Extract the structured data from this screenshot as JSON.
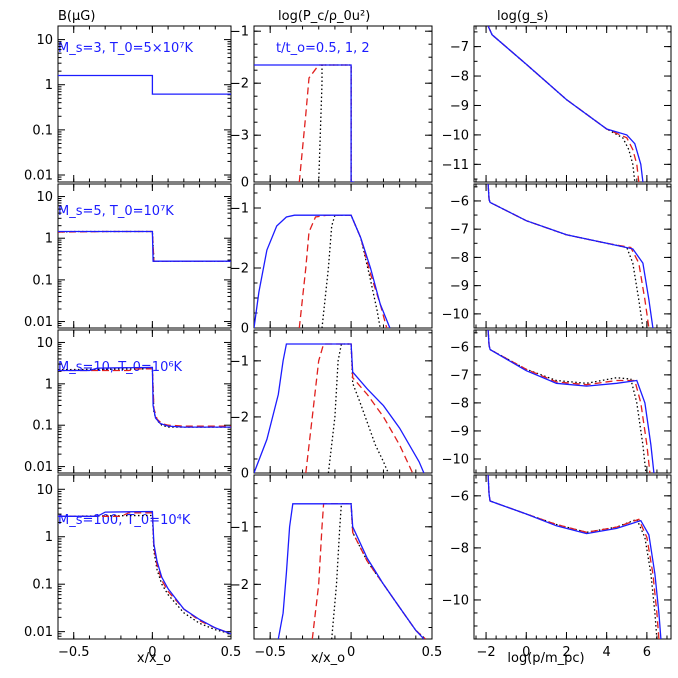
{
  "figure": {
    "col_titles": [
      "B(μG)",
      "log(P_c/ρ_0u²)",
      "log(g_s)"
    ],
    "x_labels": [
      "x/x_o",
      "x/x_o",
      "log(p/m_pc)"
    ],
    "time_note": "t/t_o=0.5, 1, 2",
    "row_labels": [
      "M_s=3, T_0=5×10⁷K",
      "M_s=5, T_0=10⁷K",
      "M_s=10, T_0=10⁶K",
      "M_s=100, T_0=10⁴K"
    ]
  },
  "colors": {
    "t0_5": "#000000",
    "t1": "#e0201e",
    "t2": "#1c1cff",
    "annotation": "#1c1cff"
  },
  "line_styles": {
    "t0_5": "dotted",
    "t1": "dashed",
    "t2": "solid"
  },
  "chart_data": [
    {
      "type": "line",
      "panel": "B-row1",
      "yscale": "log",
      "xlim": [
        -0.6,
        0.5
      ],
      "ylim": [
        0.007,
        20
      ],
      "yticks": [
        0.01,
        0.1,
        1,
        10
      ],
      "yticklabels": [
        "0.01",
        "0.1",
        "1",
        "10"
      ],
      "series": [
        {
          "values_x": [
            -0.6,
            0,
            0,
            0.5
          ],
          "values_y": [
            1.6,
            1.6,
            0.62,
            0.62
          ]
        }
      ]
    },
    {
      "type": "line",
      "panel": "B-row2",
      "yscale": "log",
      "xlim": [
        -0.6,
        0.5
      ],
      "ylim": [
        0.007,
        20
      ],
      "yticks": [
        0.01,
        0.1,
        1,
        10
      ],
      "yticklabels": [
        "0.01",
        "0.1",
        "1",
        "10"
      ],
      "series": [
        {
          "values_x": [
            -0.6,
            -0.5,
            0,
            0.01,
            0.5
          ],
          "values_y": [
            1.4,
            1.45,
            1.45,
            0.28,
            0.28
          ]
        },
        {
          "values_x": [
            -0.6,
            -0.3,
            0,
            0.01,
            0.5
          ],
          "values_y": [
            1.4,
            1.45,
            1.45,
            0.28,
            0.28
          ]
        },
        {
          "values_x": [
            -0.6,
            0,
            0.005,
            0.5
          ],
          "values_y": [
            1.45,
            1.45,
            0.28,
            0.28
          ]
        }
      ]
    },
    {
      "type": "line",
      "panel": "B-row3",
      "yscale": "log",
      "xlim": [
        -0.6,
        0.5
      ],
      "ylim": [
        0.007,
        20
      ],
      "yticks": [
        0.01,
        0.1,
        1,
        10
      ],
      "yticklabels": [
        "0.01",
        "0.1",
        "1",
        "10"
      ],
      "series": [
        {
          "values_x": [
            -0.6,
            -0.05,
            0,
            0.01,
            0.03,
            0.06,
            0.1,
            0.2,
            0.5
          ],
          "values_y": [
            2.2,
            2.3,
            2.3,
            0.2,
            0.13,
            0.1,
            0.09,
            0.09,
            0.09
          ]
        },
        {
          "values_x": [
            -0.6,
            -0.15,
            -0.1,
            0,
            0.01,
            0.03,
            0.06,
            0.1,
            0.2,
            0.5
          ],
          "values_y": [
            2.1,
            2.1,
            2.3,
            2.3,
            0.25,
            0.14,
            0.11,
            0.1,
            0.095,
            0.095
          ]
        },
        {
          "values_x": [
            -0.6,
            -0.4,
            -0.35,
            0,
            0.005,
            0.02,
            0.05,
            0.1,
            0.2,
            0.5
          ],
          "values_y": [
            2.1,
            2.1,
            2.4,
            2.5,
            0.3,
            0.15,
            0.11,
            0.095,
            0.09,
            0.09
          ]
        }
      ]
    },
    {
      "type": "line",
      "panel": "B-row4",
      "yscale": "log",
      "xlim": [
        -0.6,
        0.5
      ],
      "ylim": [
        0.007,
        20
      ],
      "yticks": [
        0.01,
        0.1,
        1,
        10
      ],
      "yticklabels": [
        "0.01",
        "0.1",
        "1",
        "10"
      ],
      "series": [
        {
          "values_x": [
            -0.6,
            -0.05,
            0,
            0.01,
            0.03,
            0.06,
            0.1,
            0.2,
            0.3,
            0.4,
            0.5
          ],
          "values_y": [
            2.7,
            2.8,
            2.8,
            0.5,
            0.2,
            0.1,
            0.06,
            0.025,
            0.015,
            0.011,
            0.009
          ]
        },
        {
          "values_x": [
            -0.6,
            -0.2,
            -0.15,
            0,
            0.01,
            0.03,
            0.06,
            0.1,
            0.2,
            0.3,
            0.4,
            0.5
          ],
          "values_y": [
            2.7,
            2.7,
            3.2,
            3.2,
            0.6,
            0.25,
            0.12,
            0.07,
            0.03,
            0.017,
            0.012,
            0.009
          ]
        },
        {
          "values_x": [
            -0.6,
            -0.35,
            -0.3,
            0,
            0.01,
            0.03,
            0.06,
            0.1,
            0.2,
            0.3,
            0.4,
            0.5
          ],
          "values_y": [
            2.7,
            2.7,
            3.3,
            3.4,
            0.7,
            0.3,
            0.14,
            0.08,
            0.03,
            0.018,
            0.012,
            0.009
          ]
        }
      ]
    },
    {
      "type": "line",
      "panel": "P-row1",
      "xlim": [
        -0.6,
        0.5
      ],
      "ylim": [
        -3.9,
        -0.9
      ],
      "yticks": [
        -1,
        -2,
        -3
      ],
      "yticklabels": [
        "−1",
        "−2",
        "−3"
      ],
      "yzero_label": "0",
      "series": [
        {
          "values_x": [
            -0.2,
            -0.18,
            -0.18,
            0,
            0,
            0.02
          ],
          "values_y": [
            -3.9,
            -2.0,
            -1.65,
            -1.65,
            -3.9,
            -3.9
          ]
        },
        {
          "values_x": [
            -0.32,
            -0.28,
            -0.26,
            -0.2,
            0,
            0
          ],
          "values_y": [
            -3.9,
            -2.6,
            -1.9,
            -1.65,
            -1.65,
            -3.9
          ]
        },
        {
          "values_x": [
            -0.6,
            0,
            0,
            0.02
          ],
          "values_y": [
            -1.65,
            -1.65,
            -3.9,
            -3.9
          ]
        }
      ]
    },
    {
      "type": "line",
      "panel": "P-row2",
      "xlim": [
        -0.6,
        0.5
      ],
      "ylim": [
        -3.0,
        -0.6
      ],
      "yticks": [
        -1,
        -2
      ],
      "yticklabels": [
        "−1",
        "−2"
      ],
      "yzero_label": "0",
      "series": [
        {
          "values_x": [
            -0.18,
            -0.14,
            -0.12,
            -0.1,
            0,
            0.06,
            0.12,
            0.16,
            0.18
          ],
          "values_y": [
            -3.0,
            -2.0,
            -1.3,
            -1.12,
            -1.12,
            -1.5,
            -2.2,
            -2.7,
            -3.0
          ]
        },
        {
          "values_x": [
            -0.32,
            -0.28,
            -0.26,
            -0.22,
            -0.15,
            0,
            0.06,
            0.12,
            0.18,
            0.22
          ],
          "values_y": [
            -3.0,
            -2.0,
            -1.4,
            -1.15,
            -1.12,
            -1.12,
            -1.5,
            -2.1,
            -2.6,
            -3.0
          ]
        },
        {
          "values_x": [
            -0.6,
            -0.57,
            -0.52,
            -0.46,
            -0.4,
            -0.35,
            0,
            0.06,
            0.12,
            0.18,
            0.24
          ],
          "values_y": [
            -3.0,
            -2.4,
            -1.7,
            -1.3,
            -1.15,
            -1.12,
            -1.12,
            -1.5,
            -2.0,
            -2.6,
            -3.0
          ]
        }
      ]
    },
    {
      "type": "line",
      "panel": "P-row3",
      "xlim": [
        -0.6,
        0.5
      ],
      "ylim": [
        -3.0,
        -0.45
      ],
      "yticks": [
        -1,
        -2
      ],
      "yticklabels": [
        "−1",
        "−2"
      ],
      "yzero_label": "0",
      "series": [
        {
          "values_x": [
            -0.14,
            -0.1,
            -0.08,
            -0.06,
            0,
            0.01,
            0.05,
            0.1,
            0.15,
            0.2,
            0.23
          ],
          "values_y": [
            -3.0,
            -2.0,
            -1.0,
            -0.7,
            -0.7,
            -1.4,
            -1.7,
            -2.1,
            -2.5,
            -2.8,
            -3.0
          ]
        },
        {
          "values_x": [
            -0.28,
            -0.24,
            -0.2,
            -0.17,
            0,
            0.01,
            0.1,
            0.2,
            0.3,
            0.38
          ],
          "values_y": [
            -3.0,
            -2.0,
            -1.0,
            -0.7,
            -0.7,
            -1.3,
            -1.6,
            -2.0,
            -2.5,
            -3.0
          ]
        },
        {
          "values_x": [
            -0.6,
            -0.52,
            -0.45,
            -0.42,
            -0.4,
            0,
            0.01,
            0.1,
            0.2,
            0.3,
            0.42,
            0.45
          ],
          "values_y": [
            -3.0,
            -2.4,
            -1.6,
            -1.0,
            -0.7,
            -0.7,
            -1.2,
            -1.5,
            -1.8,
            -2.2,
            -2.8,
            -3.0
          ]
        }
      ]
    },
    {
      "type": "line",
      "panel": "P-row4",
      "xlim": [
        -0.6,
        0.5
      ],
      "ylim": [
        -2.95,
        -0.1
      ],
      "yticks": [
        -1,
        -2
      ],
      "yticklabels": [
        "−1",
        "−2"
      ],
      "series": [
        {
          "values_x": [
            -0.12,
            -0.09,
            -0.07,
            -0.06,
            0,
            0.01,
            0.1,
            0.2,
            0.3,
            0.4,
            0.46
          ],
          "values_y": [
            -2.95,
            -2.0,
            -1.0,
            -0.6,
            -0.6,
            -1.1,
            -1.6,
            -2.0,
            -2.4,
            -2.8,
            -2.95
          ]
        },
        {
          "values_x": [
            -0.24,
            -0.2,
            -0.18,
            -0.17,
            0,
            0.01,
            0.1,
            0.2,
            0.3,
            0.4,
            0.46
          ],
          "values_y": [
            -2.95,
            -2.0,
            -1.0,
            -0.6,
            -0.6,
            -1.1,
            -1.6,
            -2.0,
            -2.4,
            -2.8,
            -2.95
          ]
        },
        {
          "values_x": [
            -0.45,
            -0.42,
            -0.4,
            -0.38,
            -0.36,
            0,
            0.01,
            0.1,
            0.2,
            0.3,
            0.4,
            0.45
          ],
          "values_y": [
            -2.95,
            -2.5,
            -1.8,
            -1.0,
            -0.6,
            -0.6,
            -1.0,
            -1.55,
            -2.0,
            -2.4,
            -2.8,
            -2.95
          ]
        }
      ]
    },
    {
      "type": "line",
      "panel": "g-row1",
      "xlim": [
        -2.6,
        7.2
      ],
      "ylim": [
        -11.6,
        -6.3
      ],
      "yticks": [
        -7,
        -8,
        -9,
        -10,
        -11
      ],
      "yticklabels": [
        "−7",
        "−8",
        "−9",
        "−10",
        "−11"
      ],
      "series": [
        {
          "values_x": [
            -1.9,
            -1.7,
            0,
            2,
            4,
            4.8,
            5.1,
            5.3,
            5.4
          ],
          "values_y": [
            -6.3,
            -6.6,
            -7.6,
            -8.8,
            -9.8,
            -10.1,
            -10.5,
            -11.0,
            -11.6
          ]
        },
        {
          "values_x": [
            -1.9,
            -1.7,
            0,
            2,
            4,
            5.0,
            5.3,
            5.5,
            5.6
          ],
          "values_y": [
            -6.3,
            -6.6,
            -7.6,
            -8.8,
            -9.8,
            -10.1,
            -10.5,
            -11.0,
            -11.6
          ]
        },
        {
          "values_x": [
            -1.9,
            -1.7,
            0,
            2,
            4,
            5.0,
            5.4,
            5.7,
            5.8
          ],
          "values_y": [
            -6.3,
            -6.6,
            -7.6,
            -8.8,
            -9.8,
            -10.0,
            -10.3,
            -11.0,
            -11.6
          ]
        }
      ]
    },
    {
      "type": "line",
      "panel": "g-row2",
      "xlim": [
        -2.6,
        7.2
      ],
      "ylim": [
        -10.5,
        -5.4
      ],
      "yticks": [
        -6,
        -7,
        -8,
        -9,
        -10
      ],
      "yticklabels": [
        "−6",
        "−7",
        "−8",
        "−9",
        "−10"
      ],
      "series": [
        {
          "values_x": [
            -1.9,
            -1.85,
            -1.8,
            0,
            2,
            4,
            5.0,
            5.3,
            5.6,
            5.8
          ],
          "values_y": [
            -5.4,
            -5.95,
            -6.05,
            -6.7,
            -7.2,
            -7.5,
            -7.65,
            -8.2,
            -9.5,
            -10.5
          ]
        },
        {
          "values_x": [
            -1.9,
            -1.85,
            -1.8,
            0,
            2,
            4,
            5.2,
            5.6,
            5.9,
            6.1
          ],
          "values_y": [
            -5.4,
            -5.95,
            -6.05,
            -6.7,
            -7.2,
            -7.5,
            -7.65,
            -8.2,
            -9.5,
            -10.5
          ]
        },
        {
          "values_x": [
            -1.9,
            -1.85,
            -1.8,
            0,
            2,
            4,
            5.3,
            5.8,
            6.1,
            6.3
          ],
          "values_y": [
            -5.4,
            -5.95,
            -6.05,
            -6.7,
            -7.2,
            -7.5,
            -7.7,
            -8.2,
            -9.5,
            -10.5
          ]
        }
      ]
    },
    {
      "type": "line",
      "panel": "g-row3",
      "xlim": [
        -2.6,
        7.2
      ],
      "ylim": [
        -10.5,
        -5.4
      ],
      "yticks": [
        -6,
        -7,
        -8,
        -9,
        -10
      ],
      "yticklabels": [
        "−6",
        "−7",
        "−8",
        "−9",
        "−10"
      ],
      "series": [
        {
          "values_x": [
            -1.9,
            -1.85,
            -1.8,
            0,
            1.5,
            3,
            4.5,
            5.2,
            5.5,
            5.8,
            5.95
          ],
          "values_y": [
            -5.4,
            -5.95,
            -6.1,
            -6.8,
            -7.2,
            -7.3,
            -7.1,
            -7.15,
            -8.0,
            -9.5,
            -10.5
          ]
        },
        {
          "values_x": [
            -1.9,
            -1.85,
            -1.8,
            0,
            1.5,
            3,
            4.5,
            5.4,
            5.7,
            6.0,
            6.15
          ],
          "values_y": [
            -5.4,
            -5.95,
            -6.1,
            -6.8,
            -7.25,
            -7.35,
            -7.2,
            -7.2,
            -8.0,
            -9.5,
            -10.5
          ]
        },
        {
          "values_x": [
            -1.9,
            -1.85,
            -1.8,
            0,
            1.5,
            3,
            4.5,
            5.5,
            5.9,
            6.2,
            6.35
          ],
          "values_y": [
            -5.4,
            -5.95,
            -6.1,
            -6.85,
            -7.3,
            -7.4,
            -7.3,
            -7.2,
            -8.0,
            -9.5,
            -10.5
          ]
        }
      ]
    },
    {
      "type": "line",
      "panel": "g-row4",
      "xlim": [
        -2.6,
        7.2
      ],
      "ylim": [
        -11.5,
        -5.2
      ],
      "yticks": [
        -6,
        -8,
        -10
      ],
      "yticklabels": [
        "−6",
        "−8",
        "−10"
      ],
      "series": [
        {
          "values_x": [
            -1.9,
            -1.85,
            -1.8,
            0,
            1.5,
            3,
            4.5,
            5.5,
            5.9,
            6.2,
            6.4,
            6.5
          ],
          "values_y": [
            -5.2,
            -5.95,
            -6.2,
            -6.7,
            -7.1,
            -7.4,
            -7.2,
            -6.9,
            -7.6,
            -9.0,
            -10.5,
            -11.5
          ]
        },
        {
          "values_x": [
            -1.9,
            -1.85,
            -1.8,
            0,
            1.5,
            3,
            4.5,
            5.6,
            6.0,
            6.3,
            6.5,
            6.6
          ],
          "values_y": [
            -5.2,
            -5.95,
            -6.2,
            -6.7,
            -7.1,
            -7.4,
            -7.2,
            -6.9,
            -7.6,
            -9.0,
            -10.5,
            -11.5
          ]
        },
        {
          "values_x": [
            -1.9,
            -1.85,
            -1.8,
            0,
            1.5,
            3,
            4.5,
            5.7,
            6.1,
            6.4,
            6.6,
            6.7
          ],
          "values_y": [
            -5.2,
            -5.95,
            -6.2,
            -6.7,
            -7.15,
            -7.45,
            -7.25,
            -6.95,
            -7.5,
            -9.0,
            -10.5,
            -11.5
          ]
        }
      ]
    }
  ],
  "bottom_ticks": {
    "x": {
      "values": [
        -0.5,
        0,
        0.5
      ],
      "labels": [
        "−0.5",
        "0",
        "0.5"
      ]
    },
    "g": {
      "values": [
        -2,
        0,
        2,
        4,
        6
      ],
      "labels": [
        "−2",
        "0",
        "2",
        "4",
        "6"
      ]
    }
  }
}
